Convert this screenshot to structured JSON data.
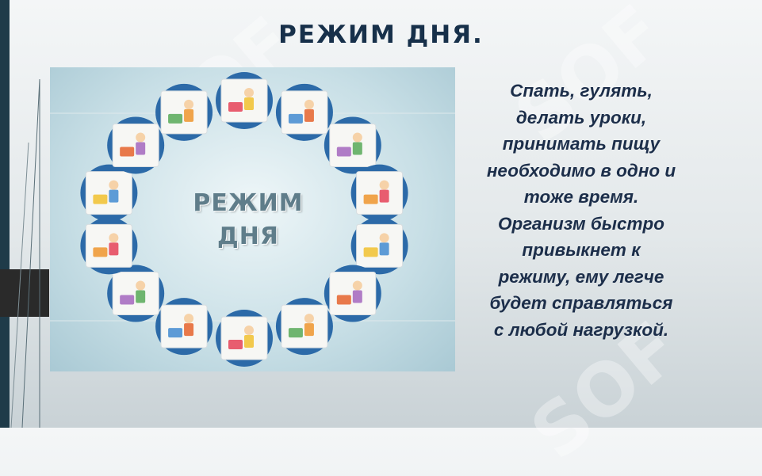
{
  "slide": {
    "title": "РЕЖИМ ДНЯ.",
    "body_lines": [
      "Спать, гулять,",
      "делать уроки,",
      "принимать пищу",
      "необходимо в одно и",
      "тоже время.",
      "Организм быстро",
      "привыкнет к",
      "режиму, ему легче",
      "будет справляться",
      "с любой нагрузкой."
    ]
  },
  "image": {
    "center_text_line1": "РЕЖИМ",
    "center_text_line2": "ДНЯ",
    "activities": [
      "sleep-icon",
      "wake-up-icon",
      "wash-icon",
      "exercise-icon",
      "homework-icon",
      "lunch-icon",
      "walk-icon",
      "study-icon",
      "tv-icon",
      "meal-icon",
      "play-icon",
      "lesson-icon",
      "relax-icon",
      "bed-icon"
    ]
  },
  "watermark": {
    "text": "SOF"
  },
  "colors": {
    "title": "#17304a",
    "body_text": "#1c2e4a",
    "left_bar": "#1f3b49",
    "ring_blue": "#2c6aa8"
  }
}
